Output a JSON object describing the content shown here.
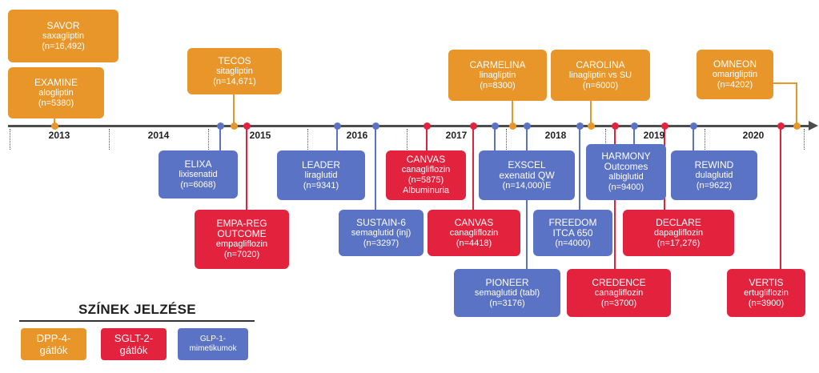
{
  "colors": {
    "dpp4": "#E8962A",
    "sglt2": "#E3223E",
    "glp1": "#5B73C4",
    "axis": "#4D4D4D"
  },
  "timeline": {
    "years": [
      "2013",
      "2014",
      "2015",
      "2016",
      "2017",
      "2018",
      "2019",
      "2020"
    ]
  },
  "trials": {
    "savor": [
      "SAVOR",
      "saxagliptin",
      "(n=16,492)"
    ],
    "examine": [
      "EXAMINE",
      "alogliptin",
      "(n=5380)"
    ],
    "tecos": [
      "TECOS",
      "sitagliptin",
      "(n=14,671)"
    ],
    "carmelina": [
      "CARMELINA",
      "linagliptin",
      "(n=8300)"
    ],
    "carolina": [
      "CAROLINA",
      "linagliptin vs SU",
      "(n=6000)"
    ],
    "omneon": [
      "OMNEON",
      "omarigliptin",
      "(n=4202)"
    ],
    "elixa": [
      "ELIXA",
      "lixisenatid",
      "(n=6068)"
    ],
    "leader": [
      "LEADER",
      "liraglutid",
      "(n=9341)"
    ],
    "sustain6": [
      "SUSTAIN-6",
      "semaglutid (inj)",
      "(n=3297)"
    ],
    "exscel": [
      "EXSCEL",
      "exenatid QW",
      "(n=14,000)E"
    ],
    "pioneer": [
      "PIONEER",
      "semaglutid (tabl)",
      "(n=3176)"
    ],
    "freedom": [
      "FREEDOM",
      "ITCA 650",
      "(n=4000)"
    ],
    "harmony": [
      "HARMONY",
      "Outcomes",
      "albiglutid",
      "(n=9400)"
    ],
    "rewind": [
      "REWIND",
      "dulaglutid",
      "(n=9622)"
    ],
    "empareg": [
      "EMPA-REG",
      "OUTCOME",
      "empagliflozin",
      "(n=7020)"
    ],
    "canvas_albuminuria": [
      "CANVAS",
      "canagliflozin",
      "(n=5875)",
      "Albuminuria"
    ],
    "canvas": [
      "CANVAS",
      "canagliflozin",
      "(n=4418)"
    ],
    "credence": [
      "CREDENCE",
      "canagliflozin",
      "(n=3700)"
    ],
    "declare": [
      "DECLARE",
      "dapagliflozin",
      "(n=17,276)"
    ],
    "vertis": [
      "VERTIS",
      "ertugliflozin",
      "(n=3900)"
    ]
  },
  "legend": {
    "title": "SZÍNEK JELZÉSE",
    "items": [
      {
        "lines": [
          "DPP-4-",
          "gátlók"
        ]
      },
      {
        "lines": [
          "SGLT-2-",
          "gátlók"
        ]
      },
      {
        "lines": [
          "GLP-1-",
          "mimetikumok"
        ]
      }
    ]
  }
}
